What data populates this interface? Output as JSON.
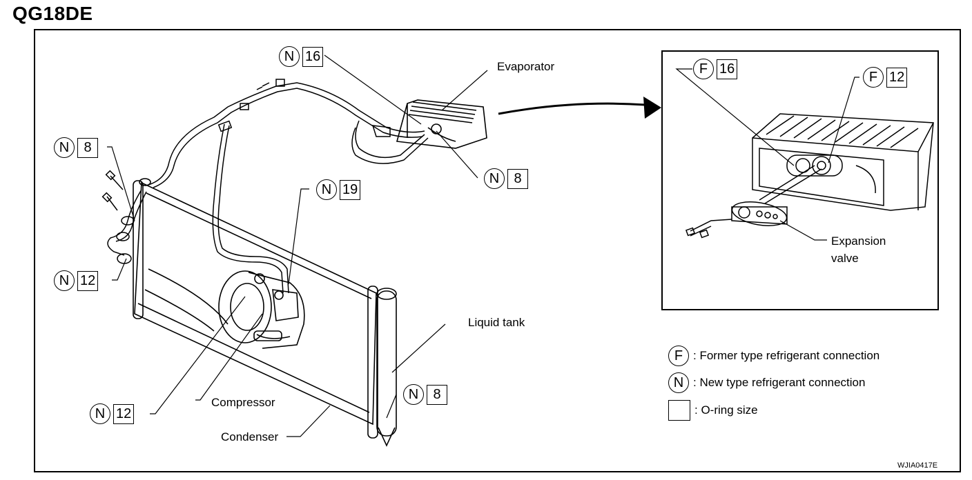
{
  "title": "QG18DE",
  "labels": {
    "evaporator": "Evaporator",
    "liquid_tank": "Liquid tank",
    "compressor": "Compressor",
    "condenser": "Condenser",
    "expansion_valve_line1": "Expansion",
    "expansion_valve_line2": "valve"
  },
  "callouts": {
    "n16_top": {
      "type": "N",
      "size": "16"
    },
    "n8_evap": {
      "type": "N",
      "size": "8"
    },
    "n8_left": {
      "type": "N",
      "size": "8"
    },
    "n12_left": {
      "type": "N",
      "size": "12"
    },
    "n19": {
      "type": "N",
      "size": "19"
    },
    "n12_bottom": {
      "type": "N",
      "size": "12"
    },
    "n8_tank": {
      "type": "N",
      "size": "8"
    },
    "f16_detail": {
      "type": "F",
      "size": "16"
    },
    "f12_detail": {
      "type": "F",
      "size": "12"
    }
  },
  "legend": {
    "former": {
      "symbol": "F",
      "text": ": Former type refrigerant connection"
    },
    "new": {
      "symbol": "N",
      "text": ": New type refrigerant connection"
    },
    "oring": {
      "text": ": O-ring size"
    }
  },
  "figure_code": "WJIA0417E"
}
